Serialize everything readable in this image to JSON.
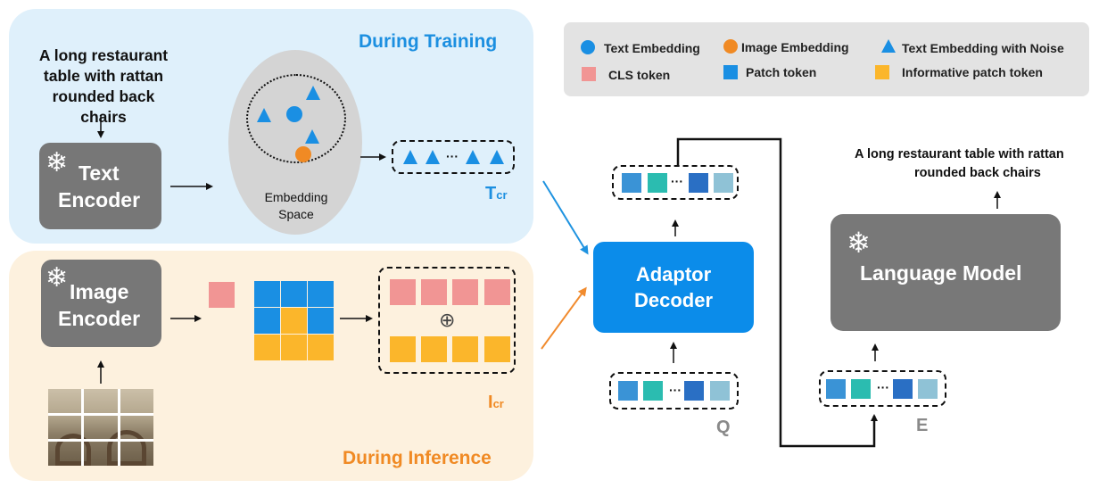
{
  "training": {
    "label": "During Training",
    "caption": [
      "A long restaurant",
      "table with rattan",
      "rounded back chairs"
    ],
    "encoder": [
      "Text",
      "Encoder"
    ],
    "space": [
      "Embedding",
      "Space"
    ],
    "tcr_main": "T",
    "tcr_sub": "cr",
    "tcr_dots": "···"
  },
  "inference": {
    "label": "During Inference",
    "encoder": [
      "Image",
      "Encoder"
    ],
    "icr_main": "I",
    "icr_sub": "cr",
    "oplus": "⊕"
  },
  "legend": {
    "text_embedding": "Text Embedding",
    "image_embedding": "Image Embedding",
    "text_embedding_noise": "Text Embedding with Noise",
    "cls_token": "CLS token",
    "patch_token": "Patch token",
    "informative_patch": "Informative patch token"
  },
  "adaptor": [
    "Adaptor",
    "Decoder"
  ],
  "language_model": "Language Model",
  "output_caption": [
    "A long restaurant table with rattan",
    "rounded back chairs"
  ],
  "q_label": "Q",
  "e_label": "E",
  "dots": "···",
  "snowflake": "❄",
  "colors": {
    "text_embedding": "#1a8fe3",
    "image_embedding": "#f08a24",
    "cls": "#f19594",
    "patch": "#1a8fe3",
    "informative": "#fbb62b",
    "arrow_blue": "#1f93e0",
    "arrow_orange": "#f18b2e",
    "token_colors": [
      "#3a93d6",
      "#2bbcb0",
      "#2a6fc4",
      "#8fc2d6"
    ]
  }
}
